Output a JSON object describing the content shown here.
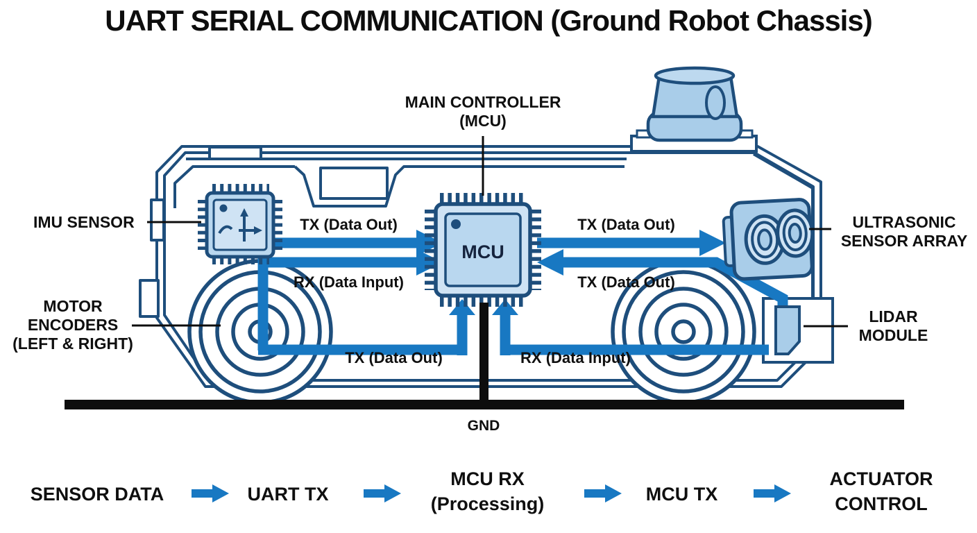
{
  "title": "UART SERIAL COMMUNICATION (Ground Robot Chassis)",
  "colors": {
    "accent_blue": "#1878c2",
    "outline_navy": "#1e4e7c",
    "chip_fill": "#b9d7ef",
    "chip_fill_light": "#cfe3f4",
    "module_fill": "#a9cde9",
    "ink": "#0d0d0d"
  },
  "labels": {
    "main_controller": "MAIN CONTROLLER\n(MCU)",
    "imu_sensor": "IMU SENSOR",
    "motor_encoders": "MOTOR\nENCODERS\n(LEFT & RIGHT)",
    "ultrasonic": "ULTRASONIC\nSENSOR ARRAY",
    "lidar": "LIDAR\nMODULE",
    "gnd": "GND",
    "mcu_chip": "MCU"
  },
  "buses": {
    "imu_to_mcu": "TX (Data Out)",
    "imu_rx_input": "RX (Data Input)",
    "mcu_to_ultrasonic": "TX (Data Out)",
    "lidar_to_mcu": "TX (Data Out)",
    "encoder_tx_bottom": "TX (Data Out)",
    "mcu_rx_bottom": "RX (Data Input)"
  },
  "flow": {
    "steps": [
      {
        "label": "SENSOR DATA"
      },
      {
        "label": "UART TX"
      },
      {
        "label": "MCU RX\n(Processing)"
      },
      {
        "label": "MCU TX"
      },
      {
        "label": "ACTUATOR CONTROL"
      }
    ]
  }
}
